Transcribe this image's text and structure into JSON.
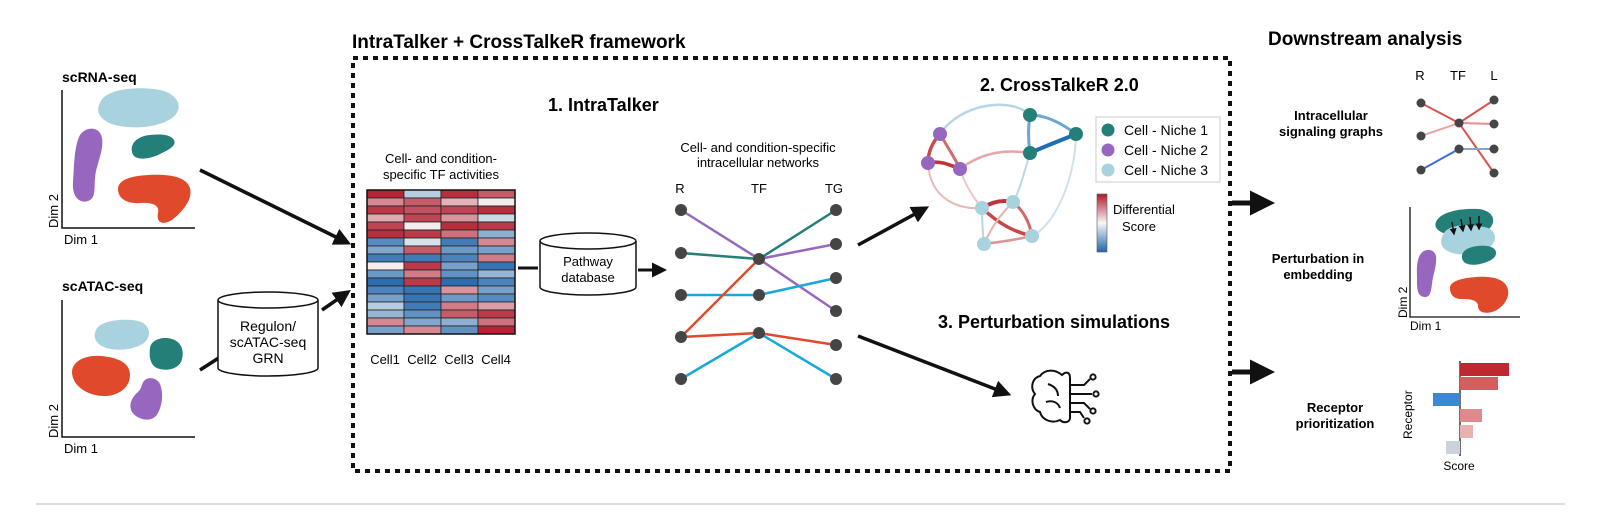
{
  "colors": {
    "teal": "#247f79",
    "purple": "#9767bf",
    "light_blue": "#a7d2de",
    "red_orange": "#e04a2b",
    "edge_purple": "#9767bf",
    "edge_teal": "#247f79",
    "edge_cyan": "#1aa8d8",
    "edge_orange": "#e04a2b",
    "node_dark": "#454545",
    "heat_red": "#b2182b",
    "heat_blue": "#2166ac",
    "frame": "#111111"
  },
  "left_panel": {
    "scrna_title": "scRNA-seq",
    "scatac_title": "scATAC-seq",
    "dim1": "Dim 1",
    "dim2": "Dim 2"
  },
  "grn_cylinder": {
    "label_lines": [
      "Regulon/",
      "scATAC-seq",
      "GRN"
    ]
  },
  "framework": {
    "title": "IntraTalker + CrossTalkeR framework",
    "intratalker_title": "1. IntraTalker",
    "heatmap_title_lines": [
      "Cell- and condition-",
      "specific TF activities"
    ],
    "heatmap_cells": [
      "Cell1",
      "Cell2",
      "Cell3",
      "Cell4"
    ],
    "heatmap_values": [
      [
        0.95,
        -0.3,
        0.9,
        0.7
      ],
      [
        0.5,
        0.7,
        0.3,
        0.05
      ],
      [
        0.85,
        0.75,
        0.8,
        0.9
      ],
      [
        0.35,
        0.8,
        0.45,
        -0.2
      ],
      [
        0.8,
        0.05,
        0.9,
        0.85
      ],
      [
        0.9,
        0.85,
        0.6,
        -0.5
      ],
      [
        -0.75,
        -0.15,
        -0.85,
        0.5
      ],
      [
        -0.55,
        0.7,
        -0.65,
        -0.6
      ],
      [
        -0.85,
        -0.85,
        -0.8,
        0.55
      ],
      [
        0.05,
        0.85,
        -0.6,
        -0.9
      ],
      [
        -0.65,
        0.55,
        -0.7,
        -0.45
      ],
      [
        -0.95,
        0.85,
        -0.95,
        -0.8
      ],
      [
        -0.8,
        -0.9,
        0.45,
        -0.6
      ],
      [
        -0.6,
        -0.9,
        -0.65,
        -0.75
      ],
      [
        -0.3,
        -0.85,
        0.55,
        0.4
      ],
      [
        -0.45,
        -0.7,
        0.7,
        0.85
      ],
      [
        0.5,
        -0.55,
        -0.5,
        0.6
      ],
      [
        -0.6,
        0.5,
        -0.7,
        0.95
      ]
    ],
    "pathway_db_lines": [
      "Pathway",
      "database"
    ],
    "networks_title_lines": [
      "Cell- and condition-specific",
      "intracellular networks"
    ],
    "network_cols": [
      "R",
      "TF",
      "TG"
    ],
    "crosstalker_title": "2. CrossTalkeR 2.0",
    "legend_items": [
      "Cell - Niche 1",
      "Cell - Niche 2",
      "Cell - Niche 3"
    ],
    "colorbar_label_lines": [
      "Differential",
      "Score"
    ],
    "perturbation_title": "3. Perturbation simulations"
  },
  "downstream": {
    "title": "Downstream analysis",
    "signaling_label_lines": [
      "Intracellular",
      "signaling graphs"
    ],
    "signaling_cols": [
      "R",
      "TF",
      "L"
    ],
    "perturbation_label_lines": [
      "Perturbation in",
      "embedding"
    ],
    "receptor_label_lines": [
      "Receptor",
      "prioritization"
    ],
    "receptor_axis": "Receptor",
    "score_axis": "Score",
    "dim1": "Dim 1",
    "dim2": "Dim 2"
  }
}
